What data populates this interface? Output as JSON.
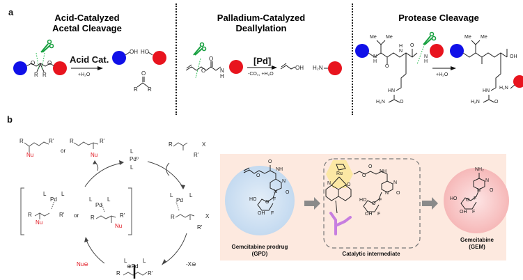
{
  "colors": {
    "blue_group": "#1010e8",
    "red_group": "#e8141e",
    "scissors": "#18a040",
    "cleavage_line": "#3cc060",
    "nucleophile": "#e0141e",
    "panel_bg": "#fde9df",
    "gpd_circle": "#cfe2f3",
    "gem_circle": "#f8c4c4",
    "ru_hexagon": "#fbe89a",
    "antibody": "#c77ee0"
  },
  "panel_a": {
    "letter": "a",
    "sections": [
      {
        "title_line1": "Acid-Catalyzed",
        "title_line2": "Acetal Cleavage",
        "reagent": "Acid Cat.",
        "condition": "+H₂O",
        "substrate_labels": [
          "O",
          "O",
          "R",
          "R"
        ],
        "products": [
          "OH",
          "HO",
          "O",
          "R",
          "R"
        ]
      },
      {
        "title_line1": "Palladium-Catalyzed",
        "title_line2": "Deallylation",
        "reagent": "[Pd]",
        "condition": "-CO₂, +H₂O",
        "substrate_labels": [
          "O",
          "O",
          "N",
          "H"
        ],
        "products": [
          "OH",
          "H₂N"
        ]
      },
      {
        "title_line1": "Protease Cleavage",
        "title_line2": "",
        "reagent": "",
        "condition": "+H₂O",
        "substrate_labels": [
          "Me",
          "Me",
          "N",
          "H",
          "O",
          "H",
          "N",
          "O",
          "N",
          "H",
          "HN",
          "H₂N",
          "O"
        ],
        "products": [
          "Me",
          "Me",
          "OH",
          "H₂N",
          "HN",
          "H₂N",
          "O"
        ]
      }
    ]
  },
  "panel_b": {
    "letter": "b",
    "cycle": {
      "products": [
        "R",
        "R'",
        "Nu",
        "or",
        "R",
        "R'",
        "Nu"
      ],
      "pd0": [
        "L",
        "Pd⁰",
        "L"
      ],
      "allyl_substrate": [
        "R",
        "X",
        "R'"
      ],
      "complex1": [
        "L",
        "Pd",
        "L",
        "R",
        "X",
        "R'"
      ],
      "leaving": "-X⊖",
      "pi_allyl": [
        "L",
        "⊕Pd",
        "L",
        "R",
        "R'"
      ],
      "nucleophile": "Nu⊖",
      "bracket_complex_a": [
        "L",
        "Pd",
        "L",
        "R",
        "R'",
        "Nu"
      ],
      "bracket_or": "or",
      "bracket_complex_b": [
        "L",
        "Pd",
        "L",
        "R",
        "R'",
        "Nu"
      ]
    },
    "scheme": {
      "items": [
        {
          "label_line1": "Gemcitabine prodrug",
          "label_line2": "(GPD)"
        },
        {
          "label_line1": "Catalytic intermediate",
          "label_line2": ""
        },
        {
          "label_line1": "Gemcitabine",
          "label_line2": "(GEM)"
        }
      ],
      "atoms_gpd": [
        "O",
        "O",
        "NH",
        "N",
        "N",
        "O",
        "HO",
        "O",
        "F",
        "OH",
        "F"
      ],
      "atoms_cat": [
        "Ru",
        "N",
        "O",
        "O",
        "O",
        "NH",
        "N",
        "N",
        "O",
        "HO",
        "O",
        "F",
        "OH",
        "F"
      ],
      "atoms_gem": [
        "NH₂",
        "N",
        "N",
        "O",
        "HO",
        "O",
        "F",
        "OH",
        "F"
      ]
    }
  }
}
